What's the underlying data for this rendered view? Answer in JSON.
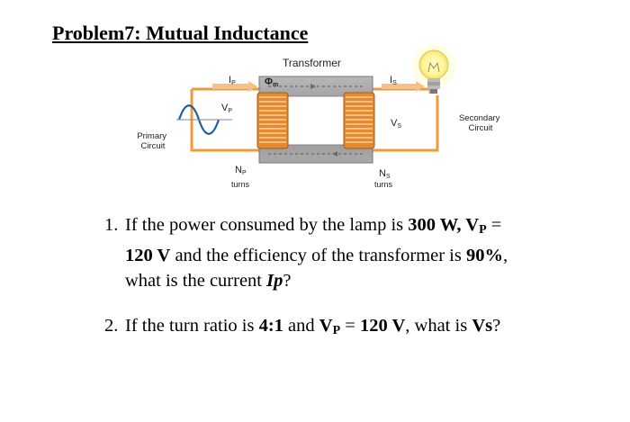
{
  "title": "Problem7: Mutual Inductance",
  "diagram": {
    "transformer_label": "Transformer",
    "flux_symbol": "Φ",
    "flux_subscript": "m",
    "ip_label": "I",
    "ip_sub": "P",
    "vp_label": "V",
    "vp_sub": "P",
    "is_label": "I",
    "is_sub": "S",
    "vs_label": "V",
    "vs_sub": "S",
    "np_label": "N",
    "np_sub": "P",
    "np_turns": "turns",
    "ns_label": "N",
    "ns_sub": "S",
    "ns_turns": "turns",
    "primary_line1": "Primary",
    "primary_line2": "Circuit",
    "secondary_line1": "Secondary",
    "secondary_line2": "Circuit"
  },
  "questions": [
    {
      "number": "1.",
      "line1_a": "If the power consumed by the lamp is ",
      "power": "300 W",
      "line1_b": ", V",
      "vp_sub": "P",
      "line1_c": " =",
      "vp_value": "120 V",
      "line2_a": " and the efficiency of the transformer is ",
      "efficiency": "90%",
      "line2_b": ",",
      "line3_a": "what is the current ",
      "target": "Ip",
      "line3_b": "?"
    },
    {
      "number": "2.",
      "text_a": "If the turn ratio is ",
      "ratio": "4:1",
      "text_b": " and ",
      "v_label": "V",
      "v_sub": "P",
      "text_c": " = ",
      "v_value": "120 V",
      "text_d": ", what is ",
      "target": "Vs",
      "text_e": "?"
    }
  ]
}
